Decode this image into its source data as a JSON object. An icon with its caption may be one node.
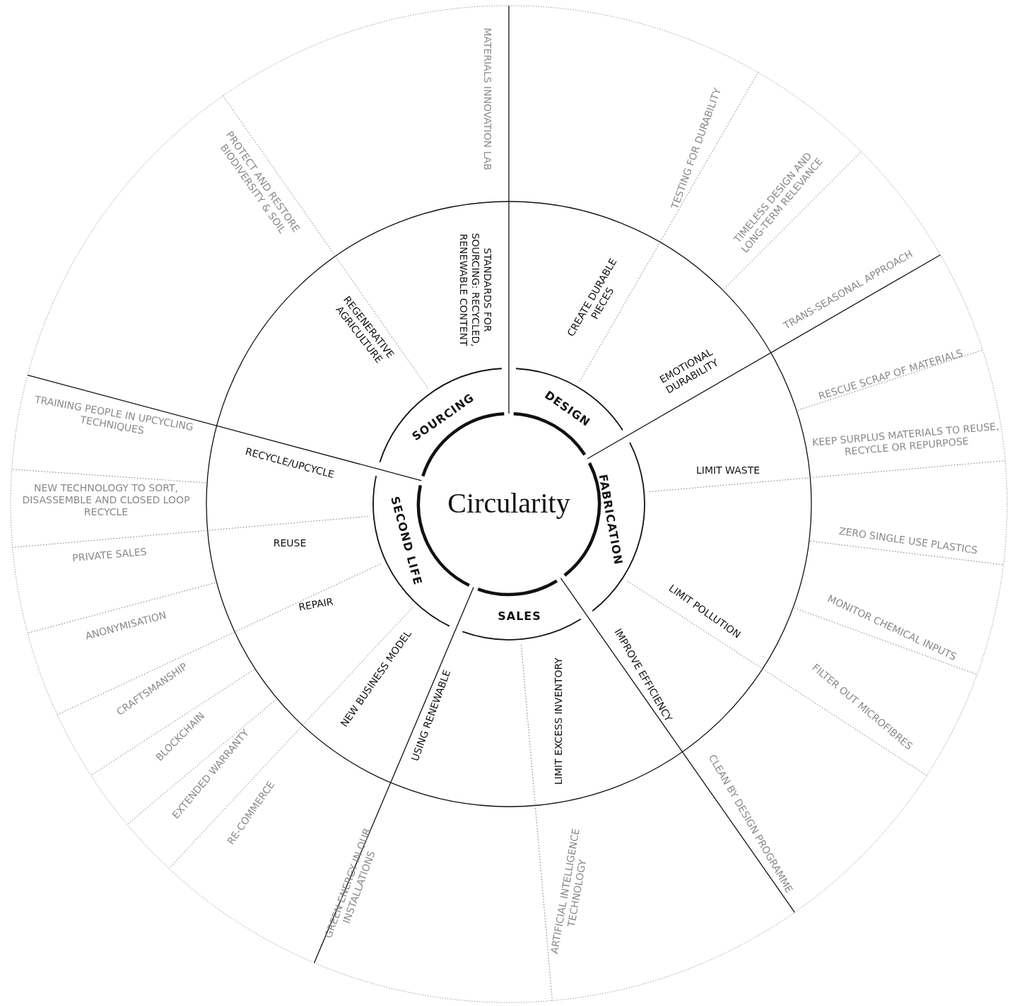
{
  "diagram": {
    "nodes": [
      {
        "text": [
          "Circularity"
        ]
      },
      {
        "text": [
          "SOURCING"
        ]
      },
      {
        "text": [
          "DESIGN"
        ]
      },
      {
        "text": [
          "FABRICATION"
        ]
      },
      {
        "text": [
          "SALES"
        ]
      },
      {
        "text": [
          "SECOND LIFE"
        ]
      },
      {
        "text": [
          "REGENERATIVE AGRICULTURE"
        ]
      },
      {
        "text": [
          "STANDARDS FOR SOURCING: RECYCLED, RENEWABLE CONTENT"
        ]
      },
      {
        "text": [
          "CREATE DURABLE PIECES"
        ]
      },
      {
        "text": [
          "EMOTIONAL DURABILITY"
        ]
      },
      {
        "text": [
          "LIMIT WASTE"
        ]
      },
      {
        "text": [
          "LIMIT POLLUTION"
        ]
      },
      {
        "text": [
          "IMPROVE EFFICIENCY"
        ]
      },
      {
        "text": [
          "LIMIT EXCESS INVENTORY"
        ]
      },
      {
        "text": [
          "USING RENEWABLE"
        ]
      },
      {
        "text": [
          "NEW BUSINESS MODEL"
        ]
      },
      {
        "text": [
          "REPAIR"
        ]
      },
      {
        "text": [
          "REUSE"
        ]
      },
      {
        "text": [
          "RECYCLE/UPCYCLE"
        ]
      },
      {
        "text": [
          "MATERIALS INNOVATION LAB"
        ]
      },
      {
        "text": [
          "PROTECT AND RESTORE BIODIVERSITY & SOIL"
        ]
      },
      {
        "text": [
          "TESTING FOR DURABILITY"
        ]
      },
      {
        "text": [
          "TIMELESS DESIGN AND LONG-TERM RELEVANCE"
        ]
      },
      {
        "text": [
          "TRANS-SEASONAL APPROACH"
        ]
      },
      {
        "text": [
          "RESCUE SCRAP OF MATERIALS"
        ]
      },
      {
        "text": [
          "KEEP SURPLUS MATERIALS TO REUSE, RECYCLE OR REPURPOSE"
        ]
      },
      {
        "text": [
          "ZERO SINGLE USE PLASTICS"
        ]
      },
      {
        "text": [
          "MONITOR CHEMICAL INPUTS"
        ]
      },
      {
        "text": [
          "FILTER OUT MICROFIBRES"
        ]
      },
      {
        "text": [
          "CLEAN BY DESIGN PROGRAMME"
        ]
      },
      {
        "text": [
          "ARTIFICIAL INTELLIGENCE TECHNOLOGY"
        ]
      },
      {
        "text": [
          "GREEN ENERGY IN OUR INSTALLATIONS"
        ]
      },
      {
        "text": [
          "TRAINING PEOPLE IN UPCYCLING TECHNIQUES"
        ]
      },
      {
        "text": [
          "NEW TECHNOLOGY TO SORT, DISASSEMBLE AND CLOSED LOOP RECYCLE"
        ]
      },
      {
        "text": [
          "PRIVATE SALES"
        ]
      },
      {
        "text": [
          "ANONYMISATION"
        ]
      },
      {
        "text": [
          "CRAFTSMANSHIP"
        ]
      },
      {
        "text": [
          "BLOCKCHAIN"
        ]
      },
      {
        "text": [
          "EXTENDED WARRANTY"
        ]
      },
      {
        "text": [
          "RE-COMMERCE"
        ]
      }
    ]
  }
}
